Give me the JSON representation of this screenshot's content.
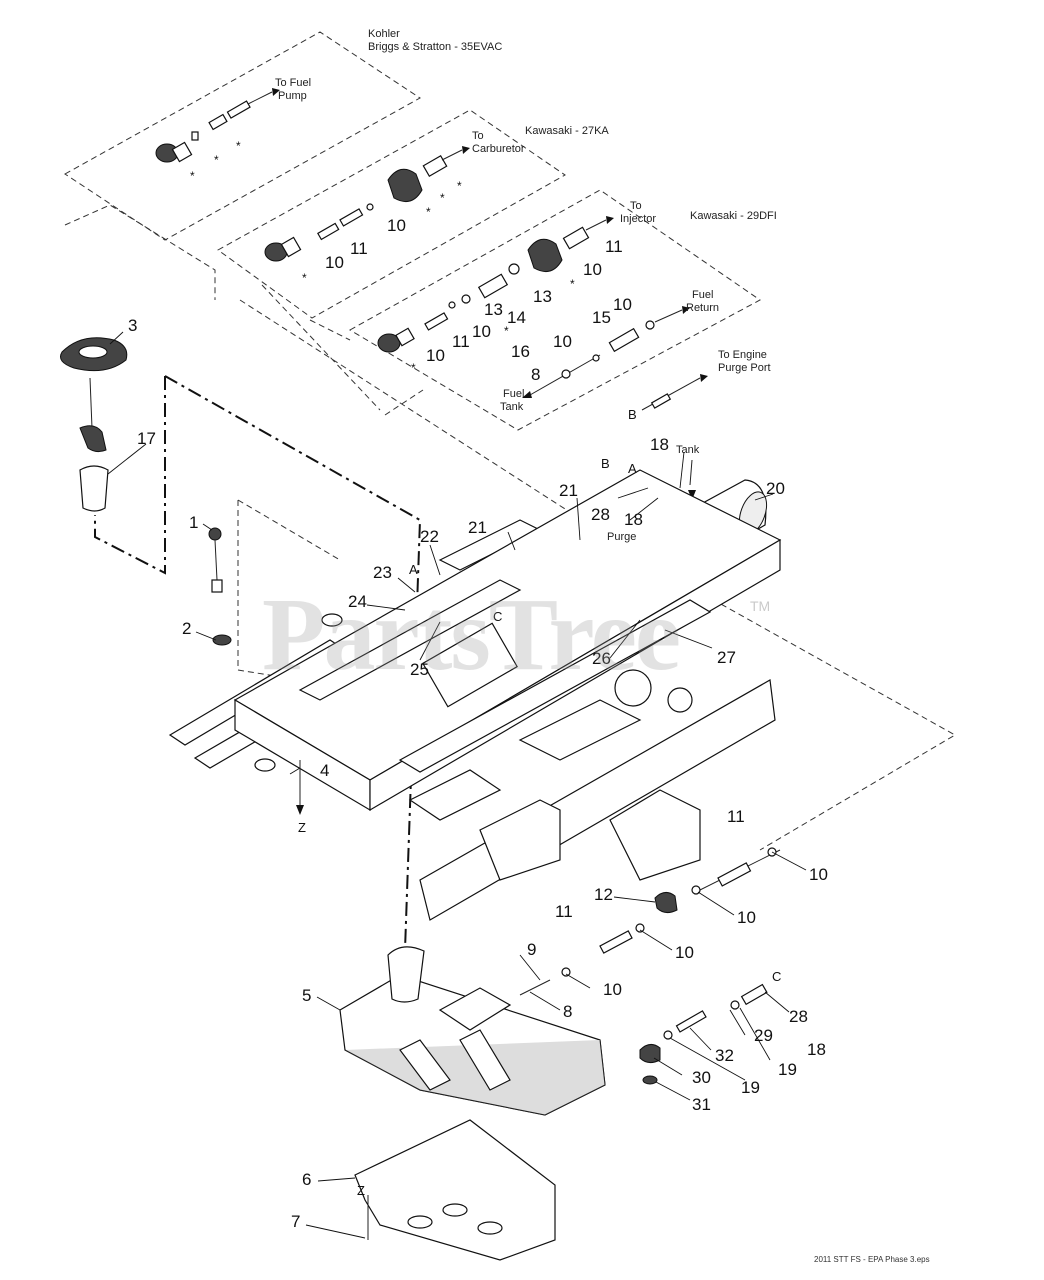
{
  "panels": {
    "kohler": {
      "title_line1": "Kohler",
      "title_line2": "Briggs & Stratton - 35EVAC",
      "dest_line1": "To Fuel",
      "dest_line2": "Pump"
    },
    "kawasaki27": {
      "title": "Kawasaki - 27KA",
      "dest_line1": "To",
      "dest_line2": "Carburetor"
    },
    "kawasaki29": {
      "title": "Kawasaki - 29DFI",
      "dest_line1": "To",
      "dest_line2": "Injector",
      "fuel_return_line1": "Fuel",
      "fuel_return_line2": "Return",
      "fuel_tank_line1": "Fuel",
      "fuel_tank_line2": "Tank"
    }
  },
  "labels": {
    "engine_purge_line1": "To Engine",
    "engine_purge_line2": "Purge Port",
    "tank": "Tank",
    "purge": "Purge",
    "asterisk": "*",
    "letter_a": "A",
    "letter_b": "B",
    "letter_c": "C",
    "letter_z": "Z"
  },
  "callouts": {
    "n1": "1",
    "n2": "2",
    "n3": "3",
    "n4": "4",
    "n5": "5",
    "n6": "6",
    "n7": "7",
    "n8": "8",
    "n9": "9",
    "n10": "10",
    "n11": "11",
    "n12": "12",
    "n13": "13",
    "n14": "14",
    "n15": "15",
    "n16": "16",
    "n17": "17",
    "n18": "18",
    "n19": "19",
    "n20": "20",
    "n21": "21",
    "n22": "22",
    "n23": "23",
    "n24": "24",
    "n25": "25",
    "n26": "26",
    "n27": "27",
    "n28": "28",
    "n29": "29",
    "n30": "30",
    "n31": "31",
    "n32": "32"
  },
  "watermark": {
    "text": "PartsTree",
    "tm": "TM"
  },
  "footer": "2011 STT FS - EPA Phase 3.eps"
}
